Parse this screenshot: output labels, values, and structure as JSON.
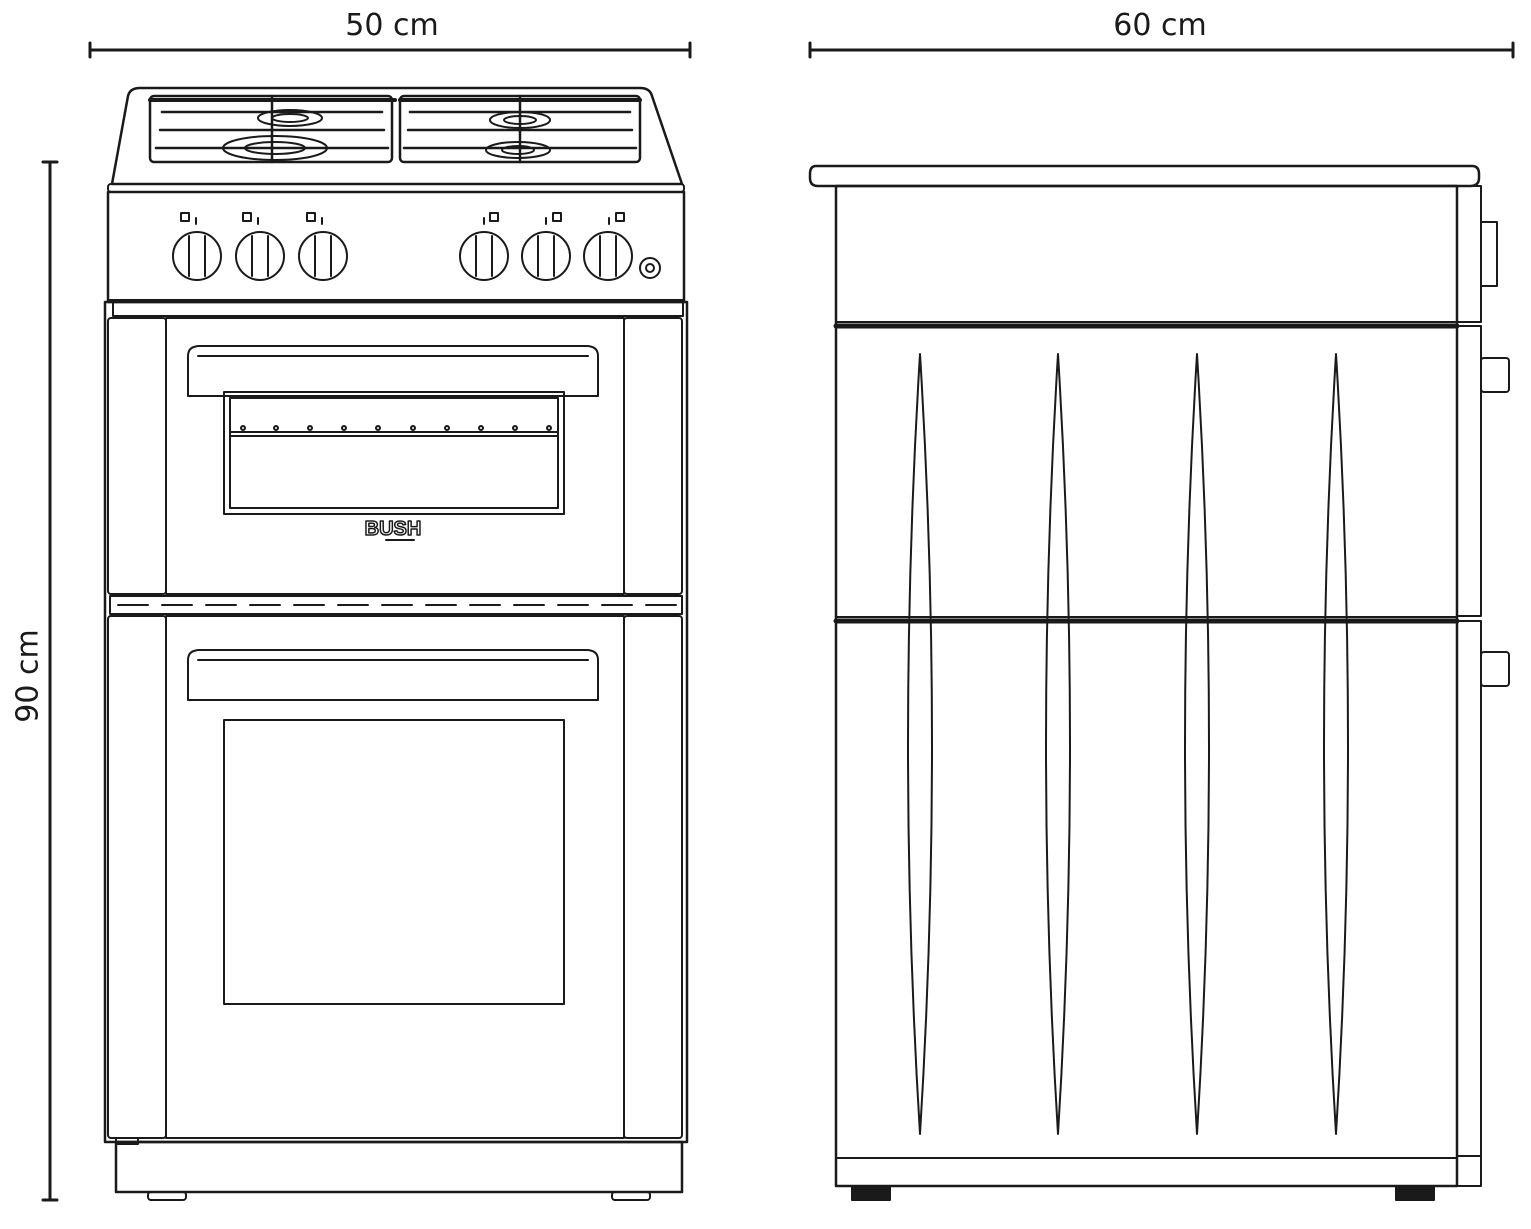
{
  "dimensions": {
    "front_width": "50 cm",
    "side_depth": "60 cm",
    "height": "90 cm"
  },
  "front_view": {
    "brand_logo": "BUSH",
    "burner_count": 4,
    "control_knob_count": 6,
    "oven_count": 2
  },
  "side_view": {
    "vent_slot_count": 4
  },
  "colors": {
    "line": "#1a1a1a",
    "background": "#ffffff"
  }
}
